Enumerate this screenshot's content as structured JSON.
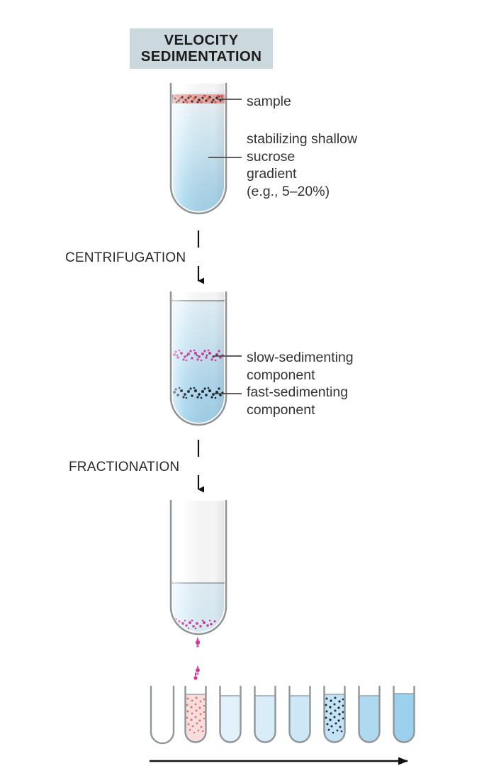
{
  "title": {
    "line1": "VELOCITY",
    "line2": "SEDIMENTATION",
    "banner_color": "#cbd9df"
  },
  "stages": [
    {
      "id": "centrifugation",
      "label": "CENTRIFUGATION"
    },
    {
      "id": "fractionation",
      "label": "FRACTIONATION"
    }
  ],
  "callouts": {
    "sample": {
      "lines": [
        "sample"
      ]
    },
    "gradient": {
      "lines": [
        "stabilizing shallow",
        "sucrose",
        "gradient",
        "(e.g., 5–20%)"
      ]
    },
    "slow": {
      "lines": [
        "slow-sedimenting",
        "component"
      ]
    },
    "fast": {
      "lines": [
        "fast-sedimenting",
        "component"
      ]
    }
  },
  "colors": {
    "tube_outline": "#8c9295",
    "gradient_top": "#f4fafd",
    "gradient_bottom": "#a9d8ef",
    "sample_band": "#e8877f",
    "slow_band": "#d6399c",
    "fast_band": "#1c2b3a",
    "collected_blue_light": "#ddeef8",
    "collected_blue_mid": "#bfe0f2",
    "collected_blue_dark": "#93cceb",
    "arrow": "#111111",
    "text": "#333333",
    "drip": "#cf3a9a"
  },
  "tubes": {
    "tube1": {
      "name": "loaded-gradient-tube",
      "fill_description": "shallow sucrose gradient, light at top to blue at bottom",
      "bands": [
        {
          "name": "sample",
          "color": "#e8877f",
          "position": "top"
        }
      ]
    },
    "tube2": {
      "name": "centrifuged-tube",
      "bands": [
        {
          "name": "slow-sedimenting component",
          "color": "#d6399c",
          "position": "upper-middle"
        },
        {
          "name": "fast-sedimenting component",
          "color": "#1c2b3a",
          "position": "lower-middle"
        }
      ]
    },
    "tube3": {
      "name": "draining-tube",
      "fill_description": "partially drained, particles exiting at bottom as drips"
    }
  },
  "collection_tubes": [
    {
      "index": 1,
      "contents": "empty",
      "fill": "none",
      "particles": "none"
    },
    {
      "index": 2,
      "contents": "slow component",
      "fill": "#f6dcdc",
      "particles": "pink"
    },
    {
      "index": 3,
      "contents": "gradient fraction",
      "fill": "#e3f1fa",
      "particles": "none"
    },
    {
      "index": 4,
      "contents": "gradient fraction",
      "fill": "#d7ecf8",
      "particles": "none"
    },
    {
      "index": 5,
      "contents": "gradient fraction",
      "fill": "#cce7f7",
      "particles": "none"
    },
    {
      "index": 6,
      "contents": "fast component",
      "fill": "#c3e2f4",
      "particles": "dark"
    },
    {
      "index": 7,
      "contents": "gradient fraction",
      "fill": "#aed9f0",
      "particles": "none"
    },
    {
      "index": 8,
      "contents": "gradient fraction",
      "fill": "#9cd1ed",
      "particles": "none"
    }
  ],
  "bottom_arrow": {
    "name": "fraction-collection-direction",
    "direction": "right"
  }
}
